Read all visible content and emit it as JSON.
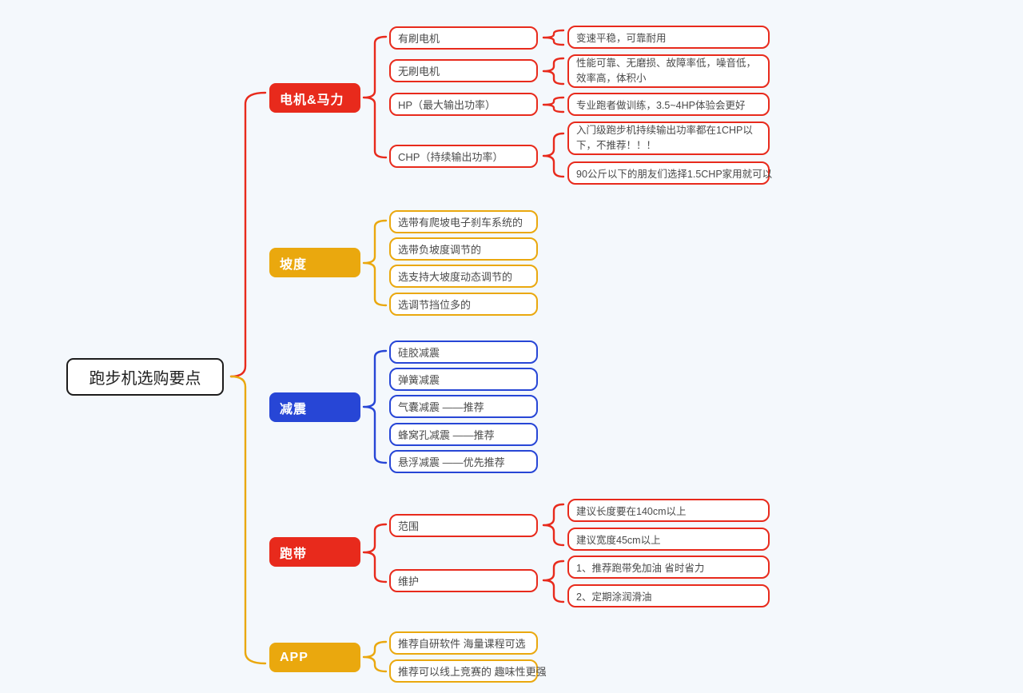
{
  "background": "#f4f8fc",
  "colors": {
    "background": "#f4f8fc",
    "red": "#e82a1c",
    "gold": "#eaa80e",
    "blue": "#2746d6",
    "root_border": "#1c1c1c",
    "root_text": "#1f1f1f",
    "node_text": "#4a4a4a",
    "branch_text": "#ffffff",
    "node_fill": "#ffffff"
  },
  "root": {
    "label": "跑步机选购要点"
  },
  "branches": [
    {
      "label": "电机&马力",
      "color": "red",
      "children": [
        {
          "label": "有刷电机",
          "leaves": [
            "变速平稳，可靠耐用"
          ]
        },
        {
          "label": "无刷电机",
          "leaves": [
            "性能可靠、无磨损、故障率低，噪音低，效率高，体积小"
          ]
        },
        {
          "label": "HP（最大输出功率）",
          "leaves": [
            "专业跑者做训练，3.5~4HP体验会更好"
          ]
        },
        {
          "label": "CHP（持续输出功率）",
          "leaves": [
            "入门级跑步机持续输出功率都在1CHP以下，不推荐！！！",
            "90公斤以下的朋友们选择1.5CHP家用就可以"
          ]
        }
      ]
    },
    {
      "label": "坡度",
      "color": "gold",
      "children": [
        {
          "label": "选带有爬坡电子刹车系统的",
          "leaves": []
        },
        {
          "label": "选带负坡度调节的",
          "leaves": []
        },
        {
          "label": "选支持大坡度动态调节的",
          "leaves": []
        },
        {
          "label": "选调节挡位多的",
          "leaves": []
        }
      ]
    },
    {
      "label": "减震",
      "color": "blue",
      "children": [
        {
          "label": "硅胶减震",
          "leaves": []
        },
        {
          "label": "弹簧减震",
          "leaves": []
        },
        {
          "label": "气囊减震 ——推荐",
          "leaves": []
        },
        {
          "label": "蜂窝孔减震 ——推荐",
          "leaves": []
        },
        {
          "label": "悬浮减震 ——优先推荐",
          "leaves": []
        }
      ]
    },
    {
      "label": "跑带",
      "color": "red",
      "children": [
        {
          "label": "范围",
          "leaves": [
            "建议长度要在140cm以上",
            "建议宽度45cm以上"
          ]
        },
        {
          "label": "维护",
          "leaves": [
            "1、推荐跑带免加油 省时省力",
            "2、定期涂润滑油"
          ]
        }
      ]
    },
    {
      "label": "APP",
      "color": "gold",
      "children": [
        {
          "label": "推荐自研软件 海量课程可选",
          "leaves": []
        },
        {
          "label": "推荐可以线上竞赛的 趣味性更强",
          "leaves": []
        }
      ]
    }
  ]
}
